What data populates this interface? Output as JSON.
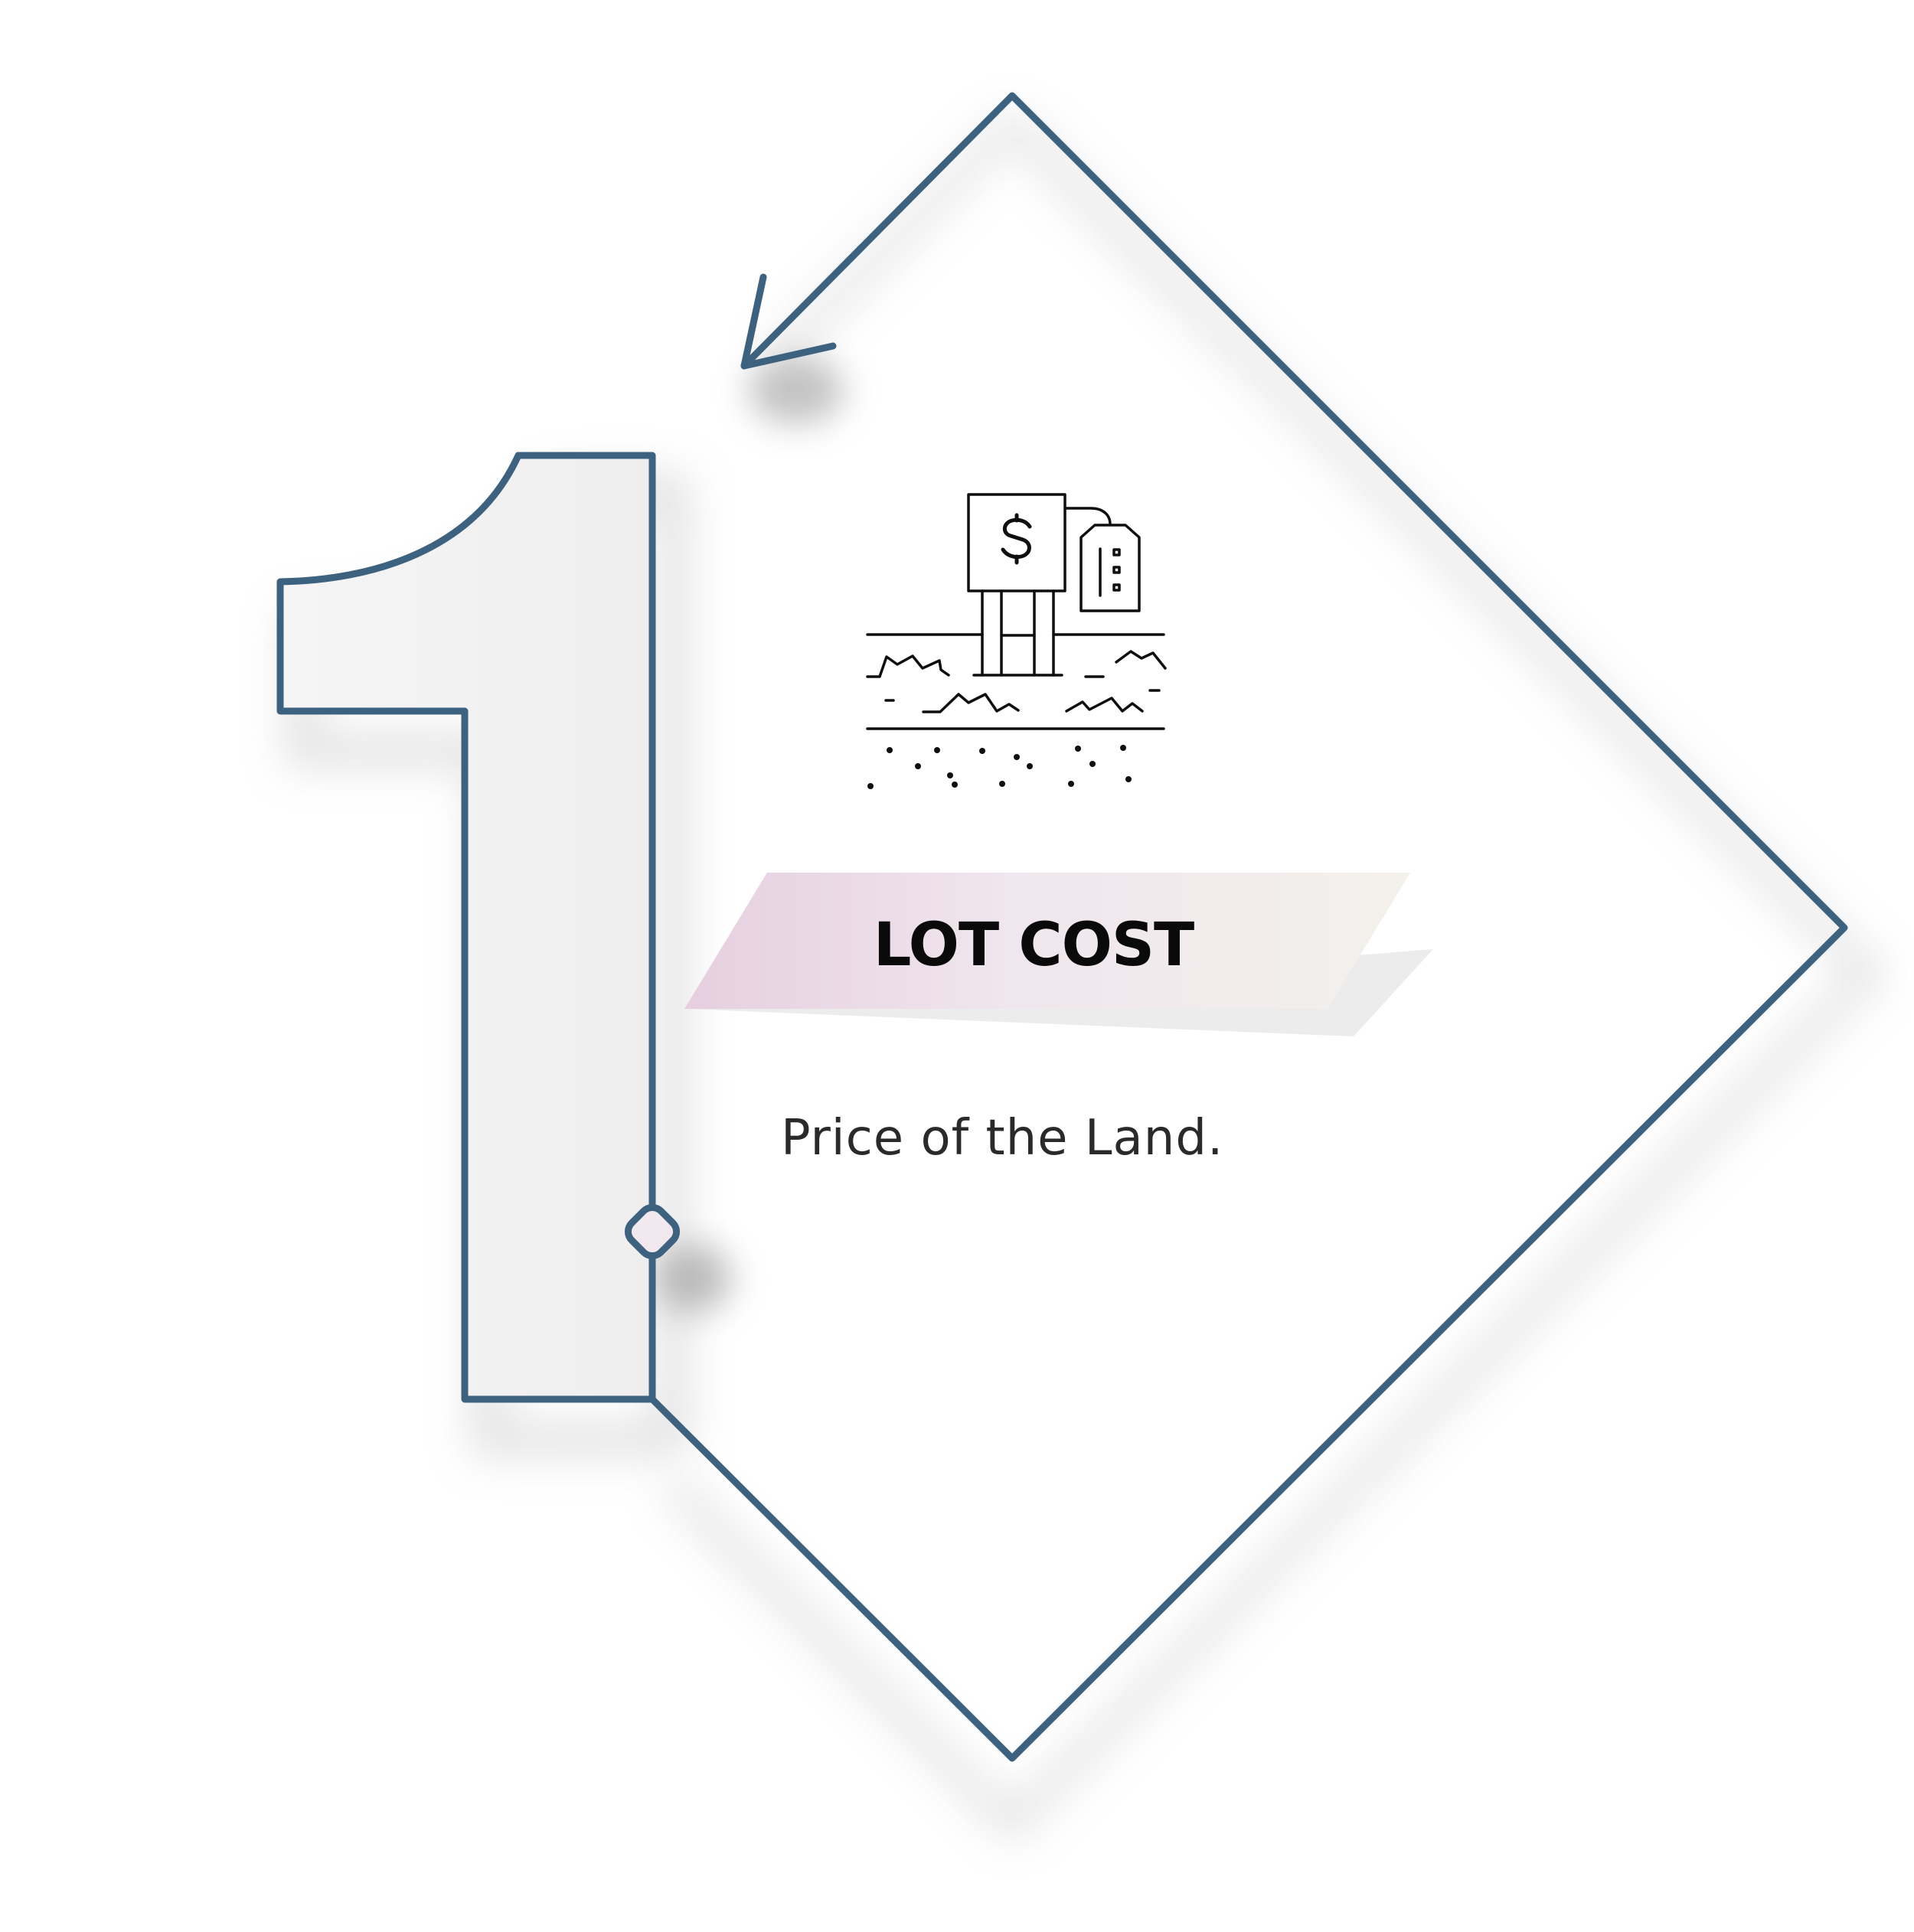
{
  "step": {
    "title": "LOT COST",
    "description": "Price of the Land."
  },
  "colors": {
    "outline": "#3d627f",
    "shadow": "#bdbdbd",
    "icon_stroke": "#0f0f0f",
    "banner_start": "#e6cfe0",
    "banner_end": "#f3f1ec"
  },
  "icons": {
    "number": "number-one-outline",
    "arrow": "return-arrow",
    "land": "land-price-sign-icon"
  }
}
